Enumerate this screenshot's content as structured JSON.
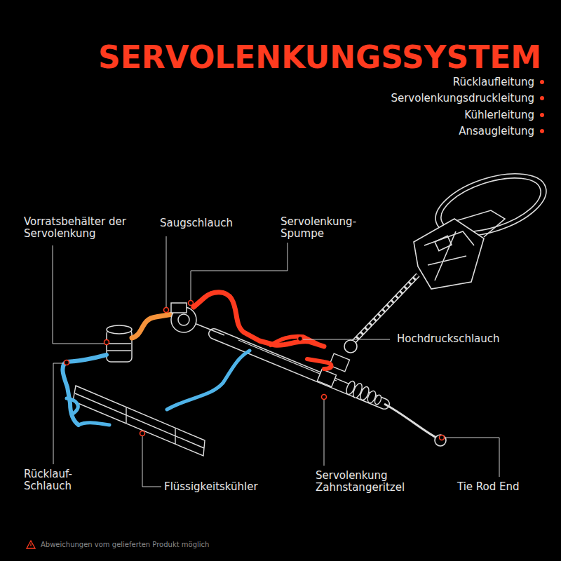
{
  "diagram": {
    "title": "SERVOLENKUNGSSYSTEM",
    "caption": "Abweichungen vom gelieferten Produkt möglich",
    "labels": [
      "Vorratsbehälter der Servolenkung",
      "Saugschlauch",
      "Servolenkung- Spumpe",
      "Hochdruckschlauch",
      "Rücklauf- Schlauch",
      "Flüssigkeitskühler",
      "Servolenkung Zahnstangeritzel",
      "Tie Rod End"
    ],
    "legend": [
      {
        "text": "Rücklaufleitung",
        "color": "#ff3b1f"
      },
      {
        "text": "Servolenkungsdruckleitung",
        "color": "#ff3b1f"
      },
      {
        "text": "Kühlerleitung",
        "color": "#ff3b1f"
      },
      {
        "text": "Ansaugleitung",
        "color": "#ff3b1f"
      }
    ]
  }
}
